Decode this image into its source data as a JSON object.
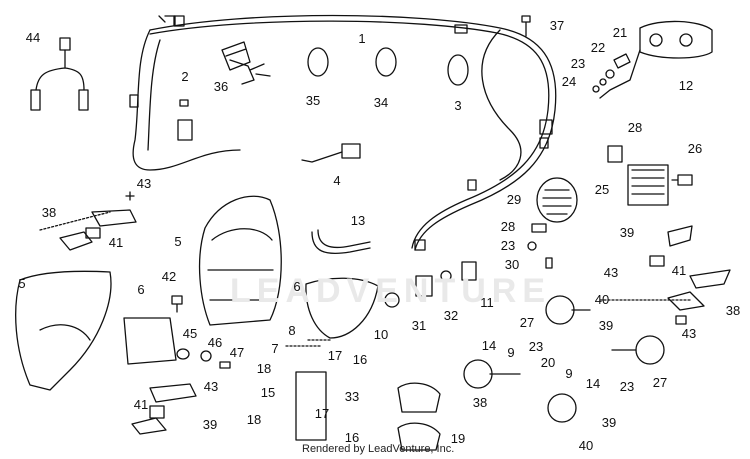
{
  "watermark": "LEADVENTURE",
  "credit": "Rendered by LeadVenture, Inc.",
  "callouts": [
    "1",
    "2",
    "3",
    "4",
    "5",
    "5",
    "6",
    "6",
    "7",
    "8",
    "9",
    "9",
    "10",
    "11",
    "12",
    "13",
    "14",
    "14",
    "15",
    "16",
    "16",
    "17",
    "17",
    "18",
    "18",
    "19",
    "20",
    "21",
    "22",
    "23",
    "23",
    "23",
    "23",
    "24",
    "25",
    "26",
    "27",
    "27",
    "28",
    "28",
    "29",
    "30",
    "31",
    "32",
    "33",
    "34",
    "35",
    "36",
    "37",
    "38",
    "38",
    "38",
    "39",
    "39",
    "39",
    "39",
    "40",
    "40",
    "41",
    "41",
    "41",
    "42",
    "43",
    "43",
    "43",
    "43",
    "44",
    "45",
    "46",
    "47"
  ]
}
